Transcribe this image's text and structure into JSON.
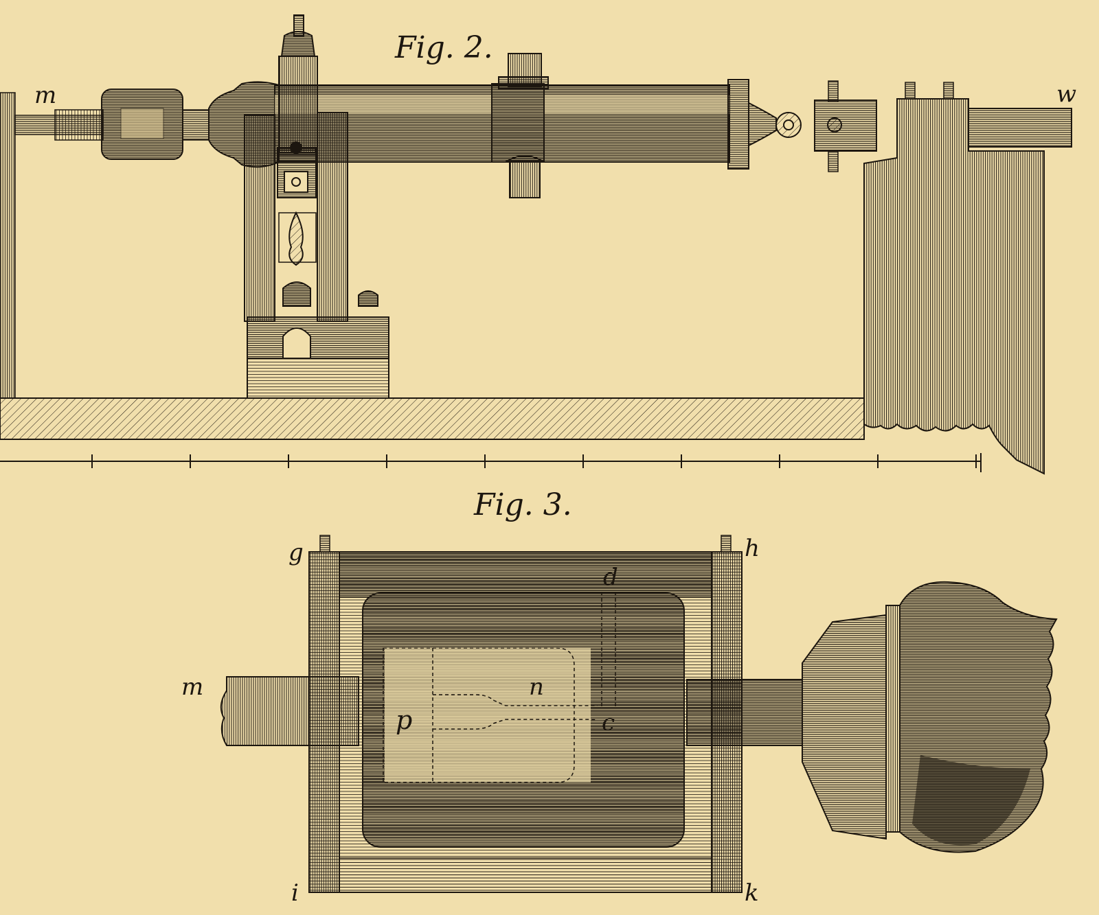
{
  "figures": {
    "fig2": {
      "caption": "Fig. 2.",
      "letters": {
        "m": "m",
        "w": "w"
      }
    },
    "fig3": {
      "caption": "Fig. 3.",
      "letters": {
        "g": "g",
        "h": "h",
        "i": "i",
        "k": "k",
        "m": "m",
        "n": "n",
        "p": "p",
        "c": "c",
        "d": "d"
      }
    }
  },
  "palette": {
    "paper": "#f1dfac",
    "ink": "#1c160f",
    "paper_shade": "#e6d29c"
  },
  "scale_bar": {
    "ticks": 10
  }
}
